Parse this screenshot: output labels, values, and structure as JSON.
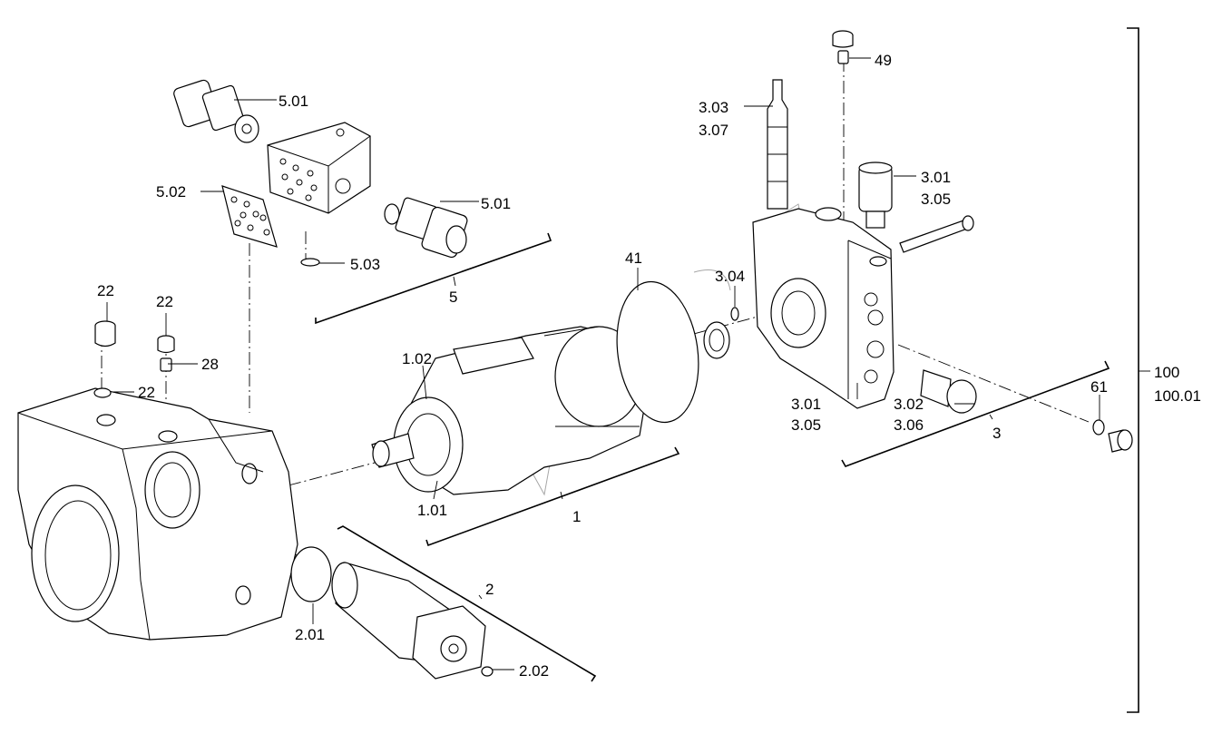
{
  "labels": {
    "l_501a": "5.01",
    "l_501b": "5.01",
    "l_502": "5.02",
    "l_503": "5.03",
    "l_5": "5",
    "l_22a": "22",
    "l_22b": "22",
    "l_22c": "22",
    "l_28": "28",
    "l_102": "1.02",
    "l_101": "1.01",
    "l_1": "1",
    "l_2": "2",
    "l_201": "2.01",
    "l_202": "2.02",
    "l_41": "41",
    "l_304": "3.04",
    "l_303": "3.03",
    "l_307": "3.07",
    "l_49": "49",
    "l_301a": "3.01",
    "l_305a": "3.05",
    "l_301b": "3.01",
    "l_305b": "3.05",
    "l_302": "3.02",
    "l_306": "3.06",
    "l_3": "3",
    "l_61": "61",
    "l_100": "100",
    "l_10001": "100.01"
  }
}
